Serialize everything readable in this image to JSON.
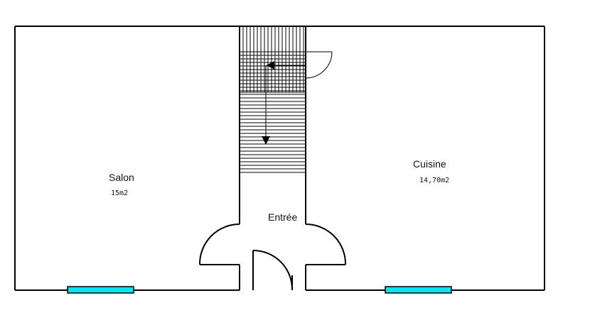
{
  "rooms": {
    "salon": {
      "name": "Salon",
      "area": "15m2"
    },
    "cuisine": {
      "name": "Cuisine",
      "area": "14,70m2"
    },
    "entree": {
      "name": "Entrée"
    }
  },
  "colors": {
    "wall": "#000000",
    "window": "#00e5ee",
    "background": "#ffffff"
  }
}
